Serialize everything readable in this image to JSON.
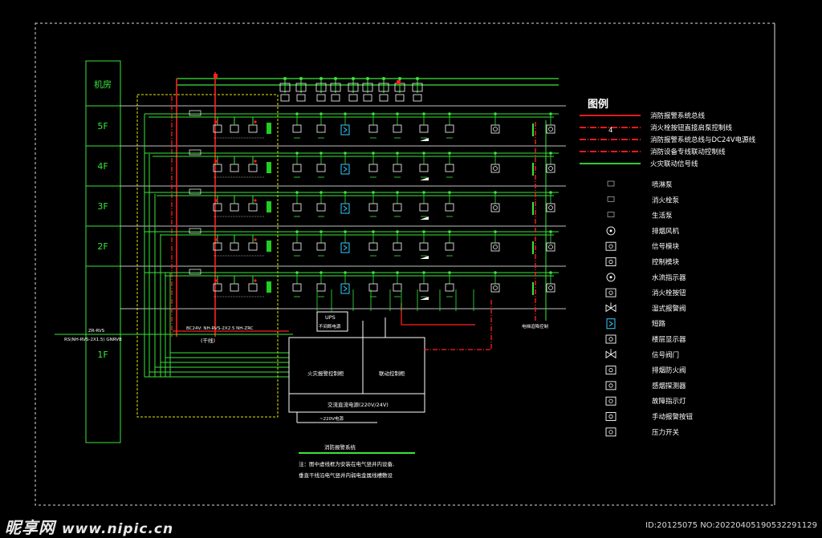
{
  "room_label": "机房",
  "floors": [
    "5F",
    "4F",
    "3F",
    "2F",
    "1F"
  ],
  "legend": {
    "title": "图例",
    "lines": [
      {
        "label": "消防报警系统总线",
        "color": "#ff2020",
        "style": "solid"
      },
      {
        "label": "消火栓按钮直接启泵控制线",
        "color": "#ff2020",
        "style": "dashdot"
      },
      {
        "label": "消防报警系统总线与DC24V电源线",
        "color": "#ff2020",
        "style": "dashdot"
      },
      {
        "label": "消防设备专线联动控制线",
        "color": "#ff2020",
        "style": "dashdot"
      },
      {
        "label": "火灾联动信号线",
        "color": "#39e639",
        "style": "solid"
      }
    ],
    "line_marker": "4",
    "symbols": [
      {
        "label": "喷淋泵",
        "icon": "text-code-icon"
      },
      {
        "label": "消火栓泵",
        "icon": "text-code-icon"
      },
      {
        "label": "生活泵",
        "icon": "text-code-icon"
      },
      {
        "label": "排烟风机",
        "icon": "fan-icon"
      },
      {
        "label": "信号模块",
        "icon": "signal-module-icon"
      },
      {
        "label": "控制模块",
        "icon": "control-module-icon"
      },
      {
        "label": "水流指示器",
        "icon": "water-flow-indicator-icon"
      },
      {
        "label": "消火栓按钮",
        "icon": "hydrant-button-icon"
      },
      {
        "label": "湿式报警阀",
        "icon": "wet-alarm-valve-icon"
      },
      {
        "label": "短路",
        "icon": "short-circuit-icon"
      },
      {
        "label": "楼层显示器",
        "icon": "floor-display-icon"
      },
      {
        "label": "信号阀门",
        "icon": "signal-valve-icon"
      },
      {
        "label": "排烟防火阀",
        "icon": "smoke-fire-damper-icon"
      },
      {
        "label": "感烟探测器",
        "icon": "smoke-detector-icon"
      },
      {
        "label": "故障指示灯",
        "icon": "fault-light-icon"
      },
      {
        "label": "手动报警按钮",
        "icon": "manual-alarm-icon"
      },
      {
        "label": "压力开关",
        "icon": "pressure-switch-icon"
      }
    ]
  },
  "labels": {
    "trunk": "(干线)",
    "ups": "UPS",
    "ups_sub": "不间断电源",
    "fire_panel": "火灾报警控制柜",
    "linkage_panel": "联动控制柜",
    "dc_power": "交流直流电源(220V/24V)",
    "ac_input": "~220V电源",
    "system_name": "消防报警系统",
    "note_line1": "注：图中虚线框为安装在电气竖井内设备,",
    "note_line2": "垂直干线沿电气竖井内弱电金属线槽敷设",
    "bottom_left_l1": "ZR-RVS",
    "bottom_left_l2": "RS(NH-RVS-2X1.5) GNRVB",
    "bus_1f": "BC24V: NH-RVS-2X2.5  NH-ZRC",
    "right_elev": "电梯迫降控制"
  },
  "watermark": {
    "brand": "昵享网",
    "url": "www.nipic.cn",
    "id": "ID:20125075 NO:20220405190532291129"
  }
}
